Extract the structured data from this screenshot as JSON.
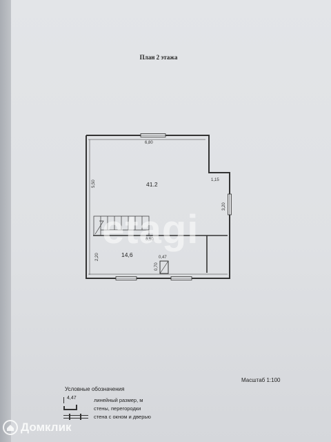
{
  "title": "План 2 этажа",
  "plan": {
    "dimensions": {
      "top_width": "6,80",
      "left_height": "5,50",
      "right_bump": "1,15",
      "right_height": "3,20",
      "partition_width": "6,50",
      "lower_left_height": "2,20",
      "small_width": "0,47",
      "small_height": "0,70"
    },
    "rooms": {
      "main_area": "41.2",
      "lower_area": "14,6"
    }
  },
  "watermark": "etagi",
  "legend": {
    "title": "Условные обозначения",
    "size_sample": "4,47",
    "size_label": "линейный размер, м",
    "walls_label": "стены, перегородки",
    "window_door_label": "стена с окном и дверью"
  },
  "scale": "Масштаб 1:100",
  "brand": "Домклик"
}
